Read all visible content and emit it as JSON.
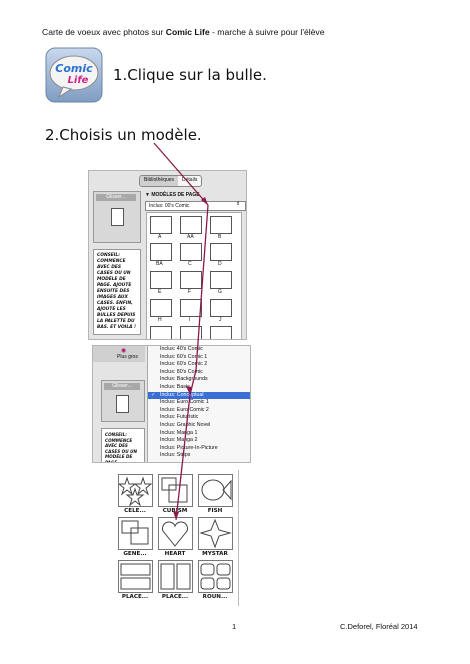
{
  "header": {
    "text_before": "Carte de voeux avec photos sur ",
    "brand": "Comic Life",
    "text_after": " - marche à suivre pour l'élève"
  },
  "logo": {
    "line1": "Comic",
    "line2": "Life"
  },
  "step1": "1.Clique sur la bulle.",
  "step2": "2.Choisis un modèle.",
  "panel": {
    "tabs": [
      "Bibliothèques",
      "Détails"
    ],
    "drag_button": "Glisser...",
    "section_title": "▼ MODÈLES DE PAGE",
    "dropdown_value": "Inclus: 00's Comic",
    "tip_text": "CONSEIL: COMMENCE AVEC DES CASES OU UN MODÈLE DE PAGE. AJOUTE ENSUITE DES IMAGES AUX CASES. ENFIN, AJOUTE LES BULLES DEPUIS LA PALETTE DU BAS. ET VOILÀ !",
    "template_labels": [
      "A",
      "AA",
      "B",
      "BA",
      "C",
      "D",
      "E",
      "F",
      "G",
      "H",
      "I",
      "J"
    ]
  },
  "menu": {
    "toolbar_label": "Plus gros",
    "drag_button": "Glisser...",
    "tip_text": "CONSEIL: COMMENCE AVEC DES CASES OU UN MODÈLE DE PAGE.",
    "items": [
      "Inclus: 40's Comic",
      "Inclus: 60's Comic 1",
      "Inclus: 60's Comic 2",
      "Inclus: 80's Comic",
      "Inclus: Backgrounds",
      "Inclus: Basic",
      "Inclus: Conceptual",
      "Inclus: Euro Comic 1",
      "Inclus: Euro Comic 2",
      "Inclus: Futuristic",
      "Inclus: Graphic Novel",
      "Inclus: Manga 1",
      "Inclus: Manga 2",
      "Inclus: Picture-In-Picture",
      "Inclus: Strips"
    ],
    "selected_index": 6
  },
  "templates": {
    "labels": [
      "CELE...",
      "CUBISM",
      "FISH",
      "GENE...",
      "HEART",
      "MYSTAR",
      "PLACE...",
      "PLACE...",
      "ROUN..."
    ]
  },
  "footer": {
    "page_number": "1",
    "author": "C.Deforel, Floréal 2014"
  },
  "colors": {
    "arrow": "#8b1a4a",
    "selection": "#3a6fd6"
  }
}
